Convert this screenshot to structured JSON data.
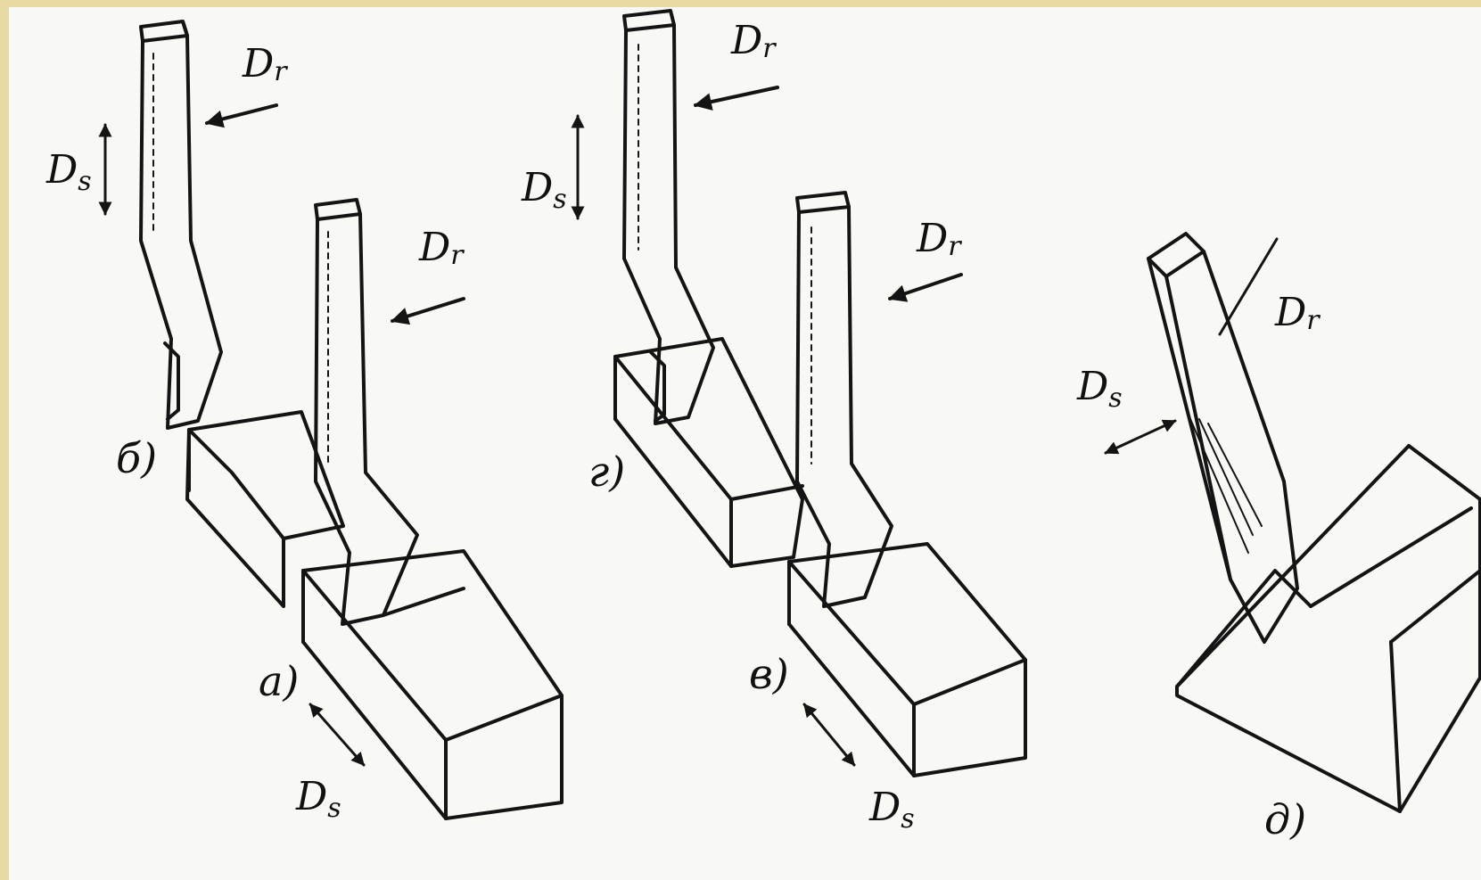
{
  "colors": {
    "ink": "#141414",
    "paper": "#f8f8f5",
    "border": "#e9d9a2"
  },
  "labels": {
    "a": "а)",
    "b": "б)",
    "v": "в)",
    "g": "г)",
    "d": "д)",
    "main_motion": "D",
    "main_motion_sub": "r",
    "feed_motion": "D",
    "feed_motion_sub": "s"
  }
}
